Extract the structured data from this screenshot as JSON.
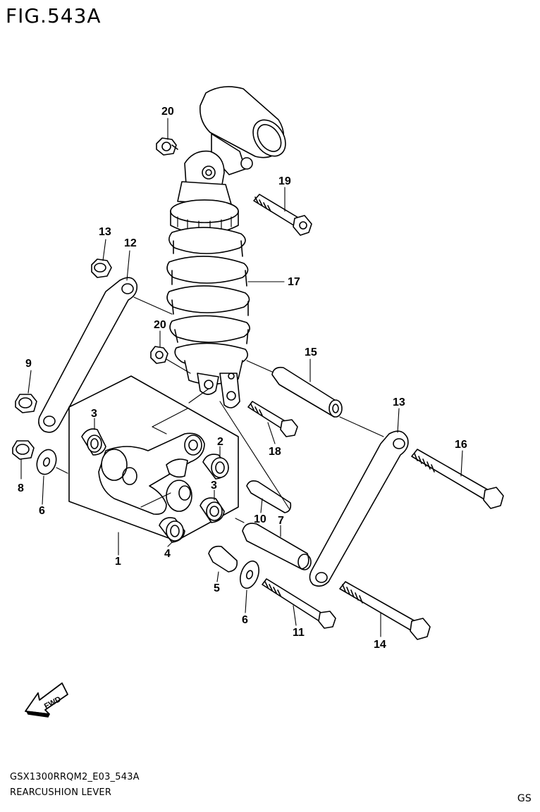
{
  "figure": {
    "title": "FIG.543A",
    "code": "GSX1300RRQM2_E03_543A",
    "description": "REARCUSHION LEVER",
    "region": "GS",
    "fwd_label": "FWD"
  },
  "callouts": [
    {
      "id": "1",
      "text": "1"
    },
    {
      "id": "2",
      "text": "2"
    },
    {
      "id": "3a",
      "text": "3"
    },
    {
      "id": "3b",
      "text": "3"
    },
    {
      "id": "4",
      "text": "4"
    },
    {
      "id": "5",
      "text": "5"
    },
    {
      "id": "6a",
      "text": "6"
    },
    {
      "id": "6b",
      "text": "6"
    },
    {
      "id": "7",
      "text": "7"
    },
    {
      "id": "8",
      "text": "8"
    },
    {
      "id": "9",
      "text": "9"
    },
    {
      "id": "10",
      "text": "10"
    },
    {
      "id": "11",
      "text": "11"
    },
    {
      "id": "12",
      "text": "12"
    },
    {
      "id": "13a",
      "text": "13"
    },
    {
      "id": "13b",
      "text": "13"
    },
    {
      "id": "14",
      "text": "14"
    },
    {
      "id": "15",
      "text": "15"
    },
    {
      "id": "16",
      "text": "16"
    },
    {
      "id": "17",
      "text": "17"
    },
    {
      "id": "18",
      "text": "18"
    },
    {
      "id": "19",
      "text": "19"
    },
    {
      "id": "20a",
      "text": "20"
    },
    {
      "id": "20b",
      "text": "20"
    }
  ]
}
